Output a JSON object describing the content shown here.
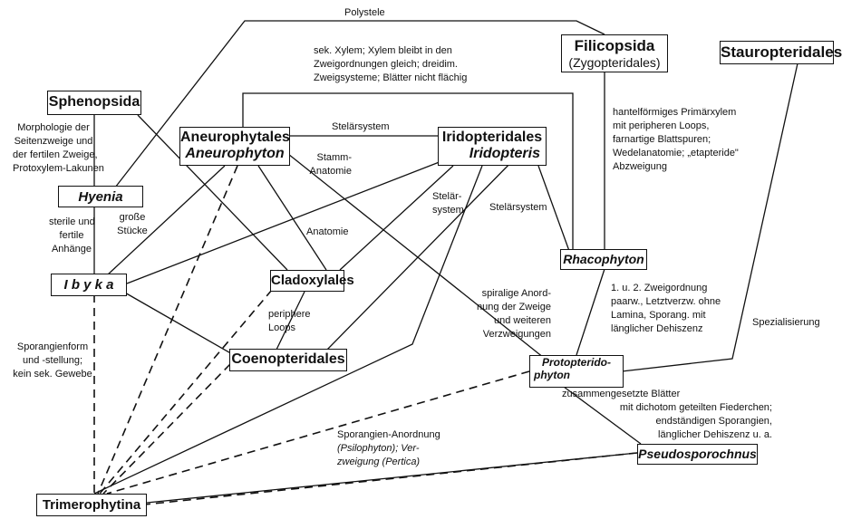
{
  "nodes": {
    "filicopsida": {
      "title": "Filicopsida",
      "subtitle": "(Zygopteridales)"
    },
    "stauropteridales": {
      "title": "Stauropteridales"
    },
    "sphenopsida": {
      "title": "Sphenopsida"
    },
    "aneurophytales": {
      "title": "Aneurophytales",
      "genus": "Aneurophyton"
    },
    "iridopteridales": {
      "title": "Iridopteridales",
      "genus": "Iridopteris"
    },
    "hyenia": {
      "title": "Hyenia"
    },
    "ibyka": {
      "title": "I b y k a"
    },
    "cladoxylales": {
      "title": "Cladoxylales"
    },
    "rhacophyton": {
      "title": "Rhacophyton"
    },
    "coenopteridales": {
      "title": "Coenopteridales"
    },
    "protopteridophyton": {
      "line1": "Protopterido-",
      "line2": "phyton"
    },
    "pseudosporochnus": {
      "title": "Pseudosporochnus"
    },
    "trimerophytina": {
      "title": "Trimerophytina"
    }
  },
  "labels": {
    "polystele": "Polystele",
    "sek_xylem": [
      "sek. Xylem; Xylem bleibt in den",
      "Zweigordnungen gleich; dreidim.",
      "Zweigsysteme; Blätter nicht flächig"
    ],
    "stelarsystem_top": "Stelärsystem",
    "morphologie": [
      "Morphologie der",
      "Seitenzweige und",
      "der fertilen Zweige,",
      "Protoxylem-Lakunen"
    ],
    "hantel": [
      "hantelförmiges Primärxylem",
      "mit peripheren Loops,",
      "farnartige Blattspuren;",
      "Wedelanatomie; „etapteride\"",
      "Abzweigung"
    ],
    "stamm_anatomie": [
      "Stamm-",
      "Anatomie"
    ],
    "stelar_system_right": [
      "Stelär-",
      "system"
    ],
    "stelarsystem_right2": "Stelärsystem",
    "sterile": [
      "sterile und",
      "fertile",
      "Anhänge"
    ],
    "grosse": [
      "große",
      "Stücke"
    ],
    "anatomie": "Anatomie",
    "zweigordnung": [
      "1. u. 2. Zweigordnung",
      "paarw., Letztverzw. ohne",
      "Lamina, Sporang. mit",
      "länglicher Dehiszenz"
    ],
    "spiralige": [
      "spiralige Anord-",
      "nung der Zweige",
      "und weiteren",
      "Verzweigungen"
    ],
    "periphere": [
      "periphere",
      "Loops"
    ],
    "spezialisierung": "Spezialisierung",
    "sporangienform": [
      "Sporangienform",
      "und -stellung;",
      "kein sek. Gewebe"
    ],
    "zusammen": [
      "zusammengesetzte Blätter",
      "mit dichotom geteilten  Fiederchen;",
      "endständigen Sporangien,",
      "länglicher Dehiszenz  u. a."
    ],
    "sporangien_anordnung": [
      "Sporangien-Anordnung",
      "(Psilophyton); Ver-",
      "zweigung (Pertica)"
    ]
  }
}
